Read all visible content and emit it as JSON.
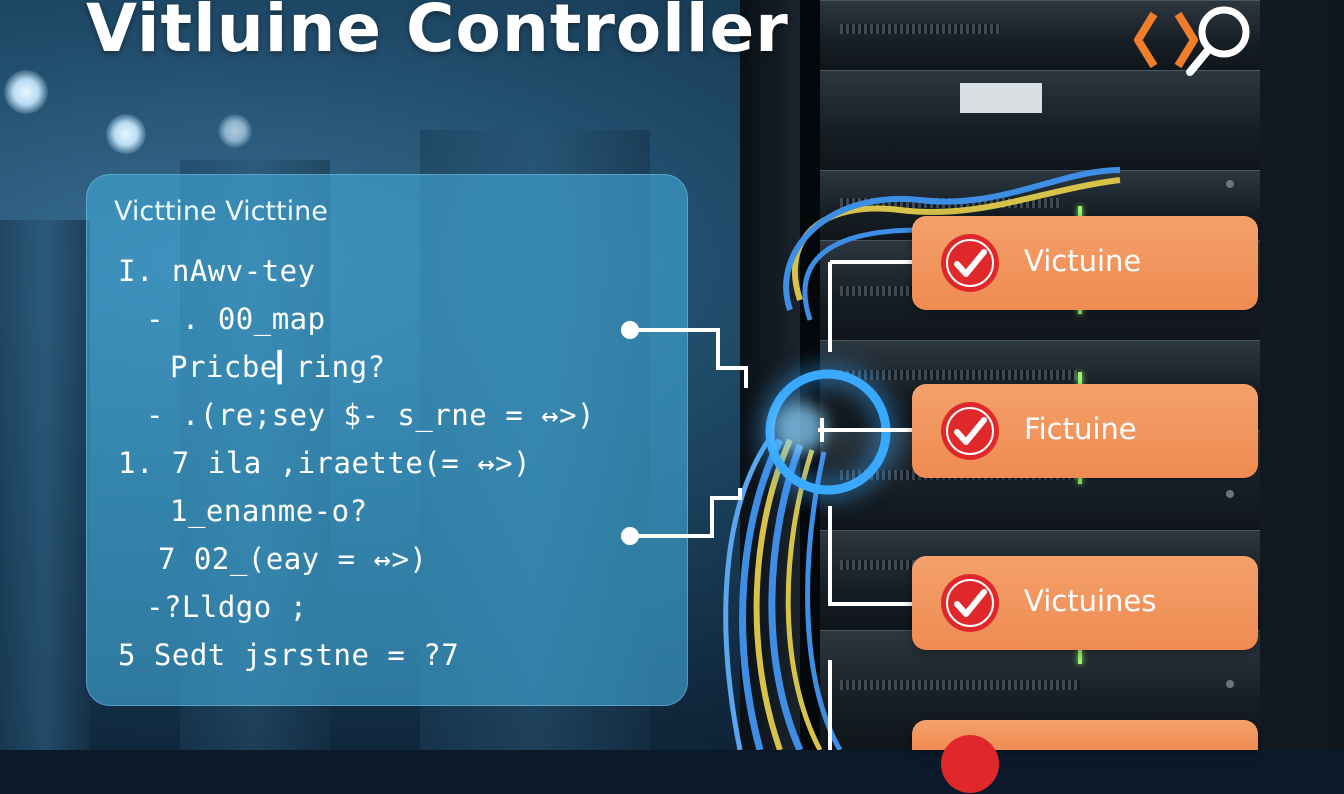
{
  "title": "Vitluine Controller",
  "colors": {
    "panel": "#40a8d7",
    "badge": "#ee8b52",
    "check": "#e0282a",
    "logo_orange": "#f07d2a",
    "led": "#9ef56a",
    "wire_blue": "#3f8ee6",
    "wire_yellow": "#d7c24a"
  },
  "logo": {
    "icon": "code-search-icon"
  },
  "panel": {
    "title": "Victtine Victtine",
    "lines": [
      "I. nAwv-tey",
      "- . 00_map",
      "Pricbe▎ring?",
      "- .(re;sey $- s_rne = ↔>)",
      "1. 7 ila ,iraette(= ↔>)",
      "1_enanme-o?",
      "7 02_(eay = ↔>)",
      "-?Lldgo ;",
      "5 Sedt jsrstne = ?7"
    ]
  },
  "badges": [
    {
      "label": "Victuine",
      "icon": "check-icon"
    },
    {
      "label": "Fictuine",
      "icon": "check-icon"
    },
    {
      "label": "Victuines",
      "icon": "check-icon"
    },
    {
      "label": "",
      "icon": "check-icon"
    }
  ]
}
